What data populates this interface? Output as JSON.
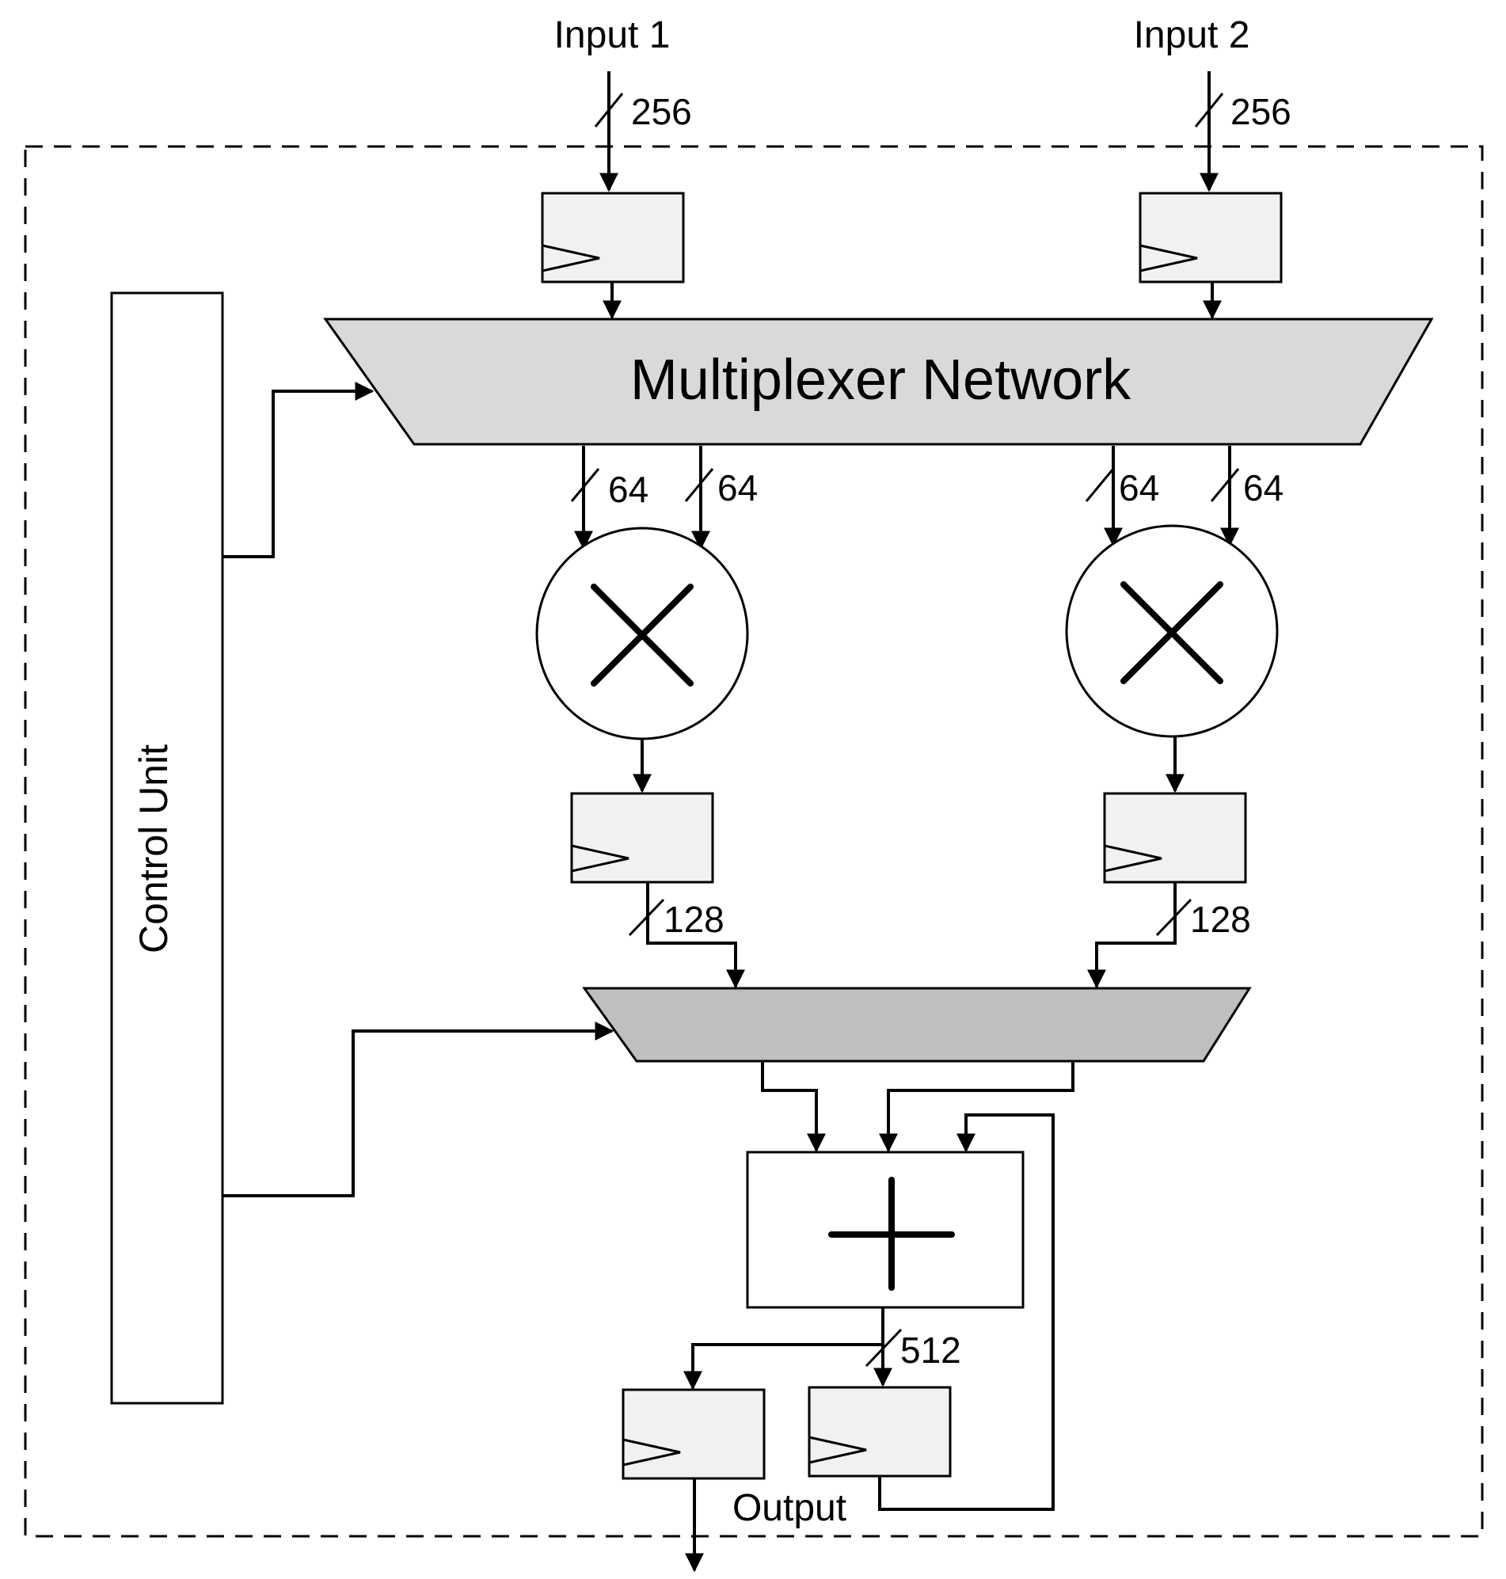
{
  "inputs": {
    "input1_label": "Input 1",
    "input2_label": "Input 2",
    "input1_width": "256",
    "input2_width": "256"
  },
  "mux_network": {
    "label": "Multiplexer Network"
  },
  "mux_outputs": {
    "a1": "64",
    "a2": "64",
    "b1": "64",
    "b2": "64"
  },
  "multiplier_outputs": {
    "left": "128",
    "right": "128"
  },
  "adder_output": {
    "width": "512"
  },
  "control_unit": {
    "label": "Control Unit"
  },
  "output": {
    "label": "Output"
  },
  "colors": {
    "register_fill": "#f1f1f1",
    "mux_fill": "#d9d9d9",
    "mux2_fill": "#bfbfbf",
    "stroke": "#000000"
  }
}
